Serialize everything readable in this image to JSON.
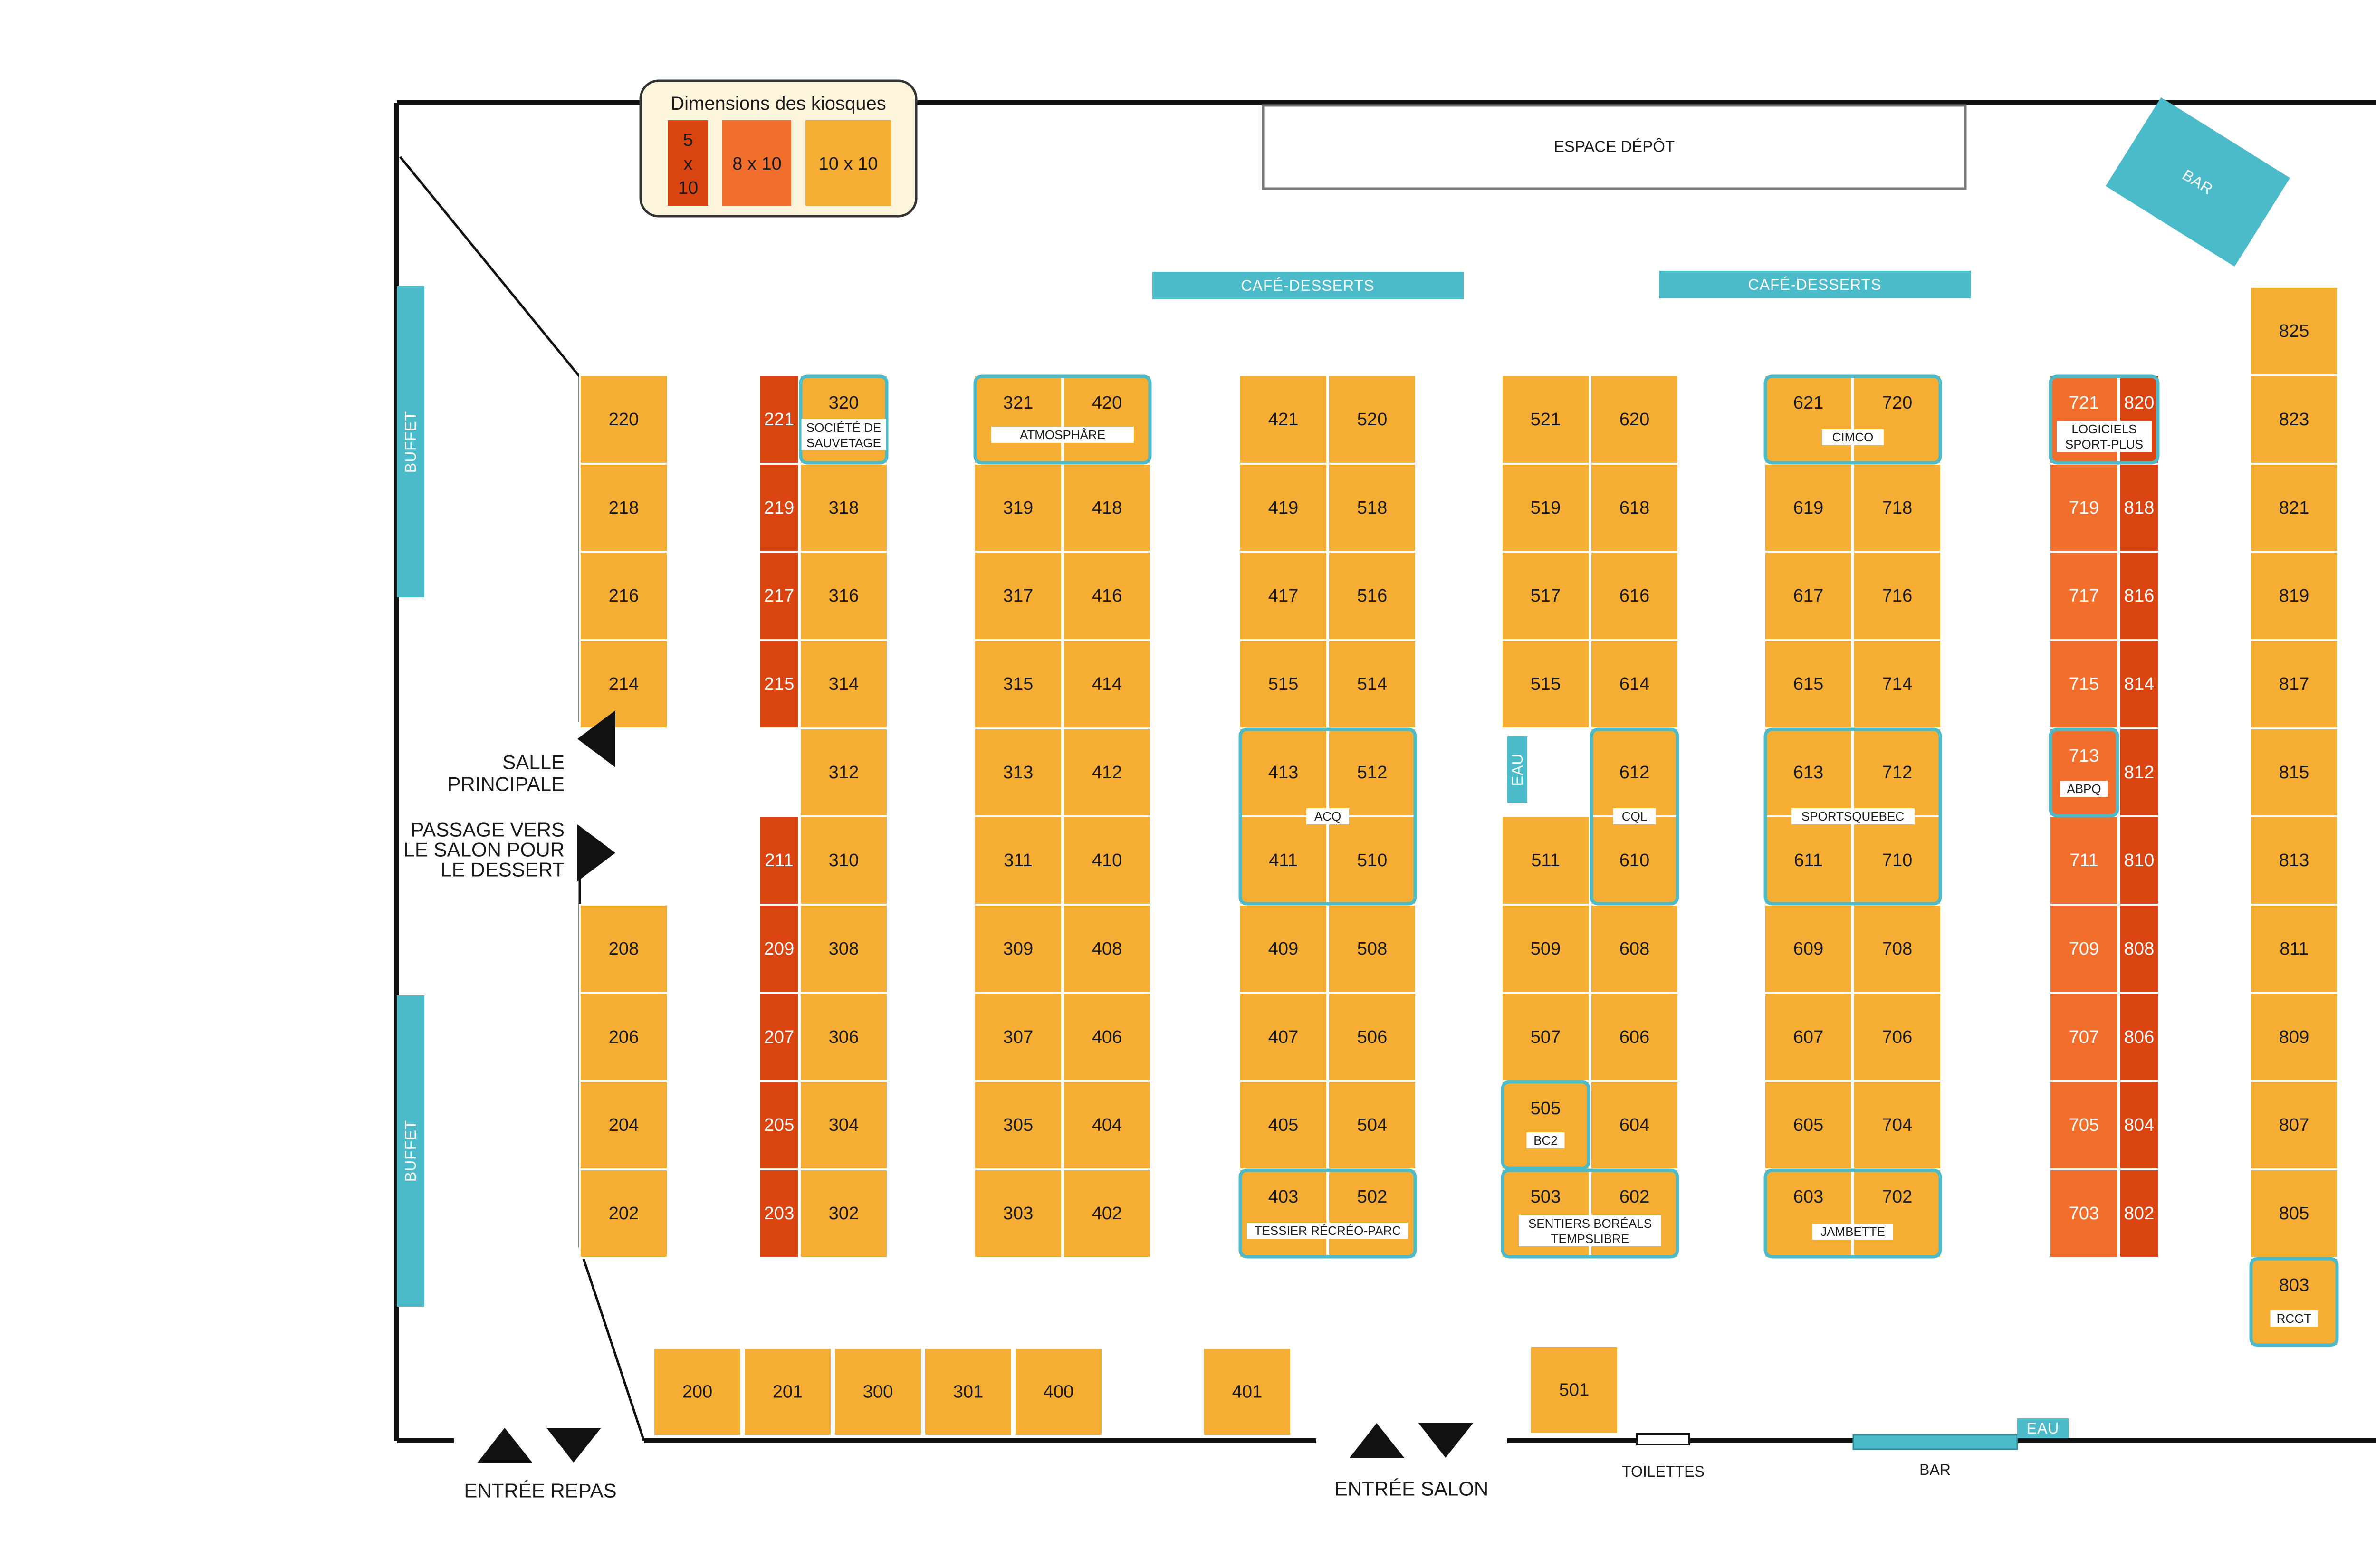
{
  "legend": {
    "title": "Dimensions des kiosques",
    "small_lines": [
      "5",
      "x",
      "10"
    ],
    "medium": "8 x 10",
    "large": "10 x 10"
  },
  "colors": {
    "large_booth": "#f5ad34",
    "medium_booth": "#f26e2c",
    "small_booth": "#d94410",
    "teal": "#4bbac9",
    "wall": "#111111",
    "legend_bg": "#fdf4dc"
  },
  "areas": {
    "depot": "ESPACE DÉPÔT",
    "bar_top": "BAR",
    "cafe_1": "CAFÉ-DESSERTS",
    "cafe_2": "CAFÉ-DESSERTS",
    "buffet_1": "BUFFET",
    "buffet_2": "BUFFET",
    "eau_middle": "EAU",
    "eau_bottom": "EAU",
    "toilettes": "TOILETTES",
    "bar_bottom": "BAR"
  },
  "directions": {
    "salle_line1": "SALLE",
    "salle_line2": "PRINCIPALE",
    "passage_line1": "PASSAGE VERS",
    "passage_line2": "LE SALON POUR",
    "passage_line3": "LE DESSERT",
    "entree_repas": "ENTRÉE REPAS",
    "entree_salon": "ENTRÉE SALON"
  },
  "booths": [
    {
      "n": "220",
      "c": "L"
    },
    {
      "n": "218",
      "c": "L"
    },
    {
      "n": "216",
      "c": "L"
    },
    {
      "n": "214",
      "c": "L"
    },
    {
      "n": "208",
      "c": "L"
    },
    {
      "n": "206",
      "c": "L"
    },
    {
      "n": "204",
      "c": "L"
    },
    {
      "n": "202",
      "c": "L"
    },
    {
      "n": "221",
      "c": "S"
    },
    {
      "n": "219",
      "c": "S"
    },
    {
      "n": "217",
      "c": "S"
    },
    {
      "n": "215",
      "c": "S"
    },
    {
      "n": "211",
      "c": "S"
    },
    {
      "n": "209",
      "c": "S"
    },
    {
      "n": "207",
      "c": "S"
    },
    {
      "n": "205",
      "c": "S"
    },
    {
      "n": "203",
      "c": "S"
    },
    {
      "n": "320",
      "c": "L"
    },
    {
      "n": "318",
      "c": "L"
    },
    {
      "n": "316",
      "c": "L"
    },
    {
      "n": "314",
      "c": "L"
    },
    {
      "n": "312",
      "c": "L"
    },
    {
      "n": "310",
      "c": "L"
    },
    {
      "n": "308",
      "c": "L"
    },
    {
      "n": "306",
      "c": "L"
    },
    {
      "n": "304",
      "c": "L"
    },
    {
      "n": "302",
      "c": "L"
    },
    {
      "n": "321",
      "c": "L"
    },
    {
      "n": "319",
      "c": "L"
    },
    {
      "n": "317",
      "c": "L"
    },
    {
      "n": "315",
      "c": "L"
    },
    {
      "n": "313",
      "c": "L"
    },
    {
      "n": "311",
      "c": "L"
    },
    {
      "n": "309",
      "c": "L"
    },
    {
      "n": "307",
      "c": "L"
    },
    {
      "n": "305",
      "c": "L"
    },
    {
      "n": "303",
      "c": "L"
    },
    {
      "n": "420",
      "c": "L"
    },
    {
      "n": "418",
      "c": "L"
    },
    {
      "n": "416",
      "c": "L"
    },
    {
      "n": "414",
      "c": "L"
    },
    {
      "n": "412",
      "c": "L"
    },
    {
      "n": "410",
      "c": "L"
    },
    {
      "n": "408",
      "c": "L"
    },
    {
      "n": "406",
      "c": "L"
    },
    {
      "n": "404",
      "c": "L"
    },
    {
      "n": "402",
      "c": "L"
    },
    {
      "n": "421",
      "c": "L"
    },
    {
      "n": "419",
      "c": "L"
    },
    {
      "n": "417",
      "c": "L"
    },
    {
      "n": "515",
      "c": "L"
    },
    {
      "n": "413",
      "c": "L"
    },
    {
      "n": "411",
      "c": "L"
    },
    {
      "n": "409",
      "c": "L"
    },
    {
      "n": "407",
      "c": "L"
    },
    {
      "n": "405",
      "c": "L"
    },
    {
      "n": "403",
      "c": "L"
    },
    {
      "n": "520",
      "c": "L"
    },
    {
      "n": "518",
      "c": "L"
    },
    {
      "n": "516",
      "c": "L"
    },
    {
      "n": "514",
      "c": "L"
    },
    {
      "n": "512",
      "c": "L"
    },
    {
      "n": "510",
      "c": "L"
    },
    {
      "n": "508",
      "c": "L"
    },
    {
      "n": "506",
      "c": "L"
    },
    {
      "n": "504",
      "c": "L"
    },
    {
      "n": "502",
      "c": "L"
    },
    {
      "n": "521",
      "c": "L"
    },
    {
      "n": "519",
      "c": "L"
    },
    {
      "n": "517",
      "c": "L"
    },
    {
      "n": "515",
      "c": "L"
    },
    {
      "n": "511",
      "c": "L"
    },
    {
      "n": "509",
      "c": "L"
    },
    {
      "n": "507",
      "c": "L"
    },
    {
      "n": "505",
      "c": "L"
    },
    {
      "n": "503",
      "c": "L"
    },
    {
      "n": "620",
      "c": "L"
    },
    {
      "n": "618",
      "c": "L"
    },
    {
      "n": "616",
      "c": "L"
    },
    {
      "n": "614",
      "c": "L"
    },
    {
      "n": "612",
      "c": "L"
    },
    {
      "n": "610",
      "c": "L"
    },
    {
      "n": "608",
      "c": "L"
    },
    {
      "n": "606",
      "c": "L"
    },
    {
      "n": "604",
      "c": "L"
    },
    {
      "n": "602",
      "c": "L"
    },
    {
      "n": "621",
      "c": "L"
    },
    {
      "n": "619",
      "c": "L"
    },
    {
      "n": "617",
      "c": "L"
    },
    {
      "n": "615",
      "c": "L"
    },
    {
      "n": "613",
      "c": "L"
    },
    {
      "n": "611",
      "c": "L"
    },
    {
      "n": "609",
      "c": "L"
    },
    {
      "n": "607",
      "c": "L"
    },
    {
      "n": "605",
      "c": "L"
    },
    {
      "n": "603",
      "c": "L"
    },
    {
      "n": "720",
      "c": "L"
    },
    {
      "n": "718",
      "c": "L"
    },
    {
      "n": "716",
      "c": "L"
    },
    {
      "n": "714",
      "c": "L"
    },
    {
      "n": "712",
      "c": "L"
    },
    {
      "n": "710",
      "c": "L"
    },
    {
      "n": "708",
      "c": "L"
    },
    {
      "n": "706",
      "c": "L"
    },
    {
      "n": "704",
      "c": "L"
    },
    {
      "n": "702",
      "c": "L"
    },
    {
      "n": "721",
      "c": "M"
    },
    {
      "n": "719",
      "c": "M"
    },
    {
      "n": "717",
      "c": "M"
    },
    {
      "n": "715",
      "c": "M"
    },
    {
      "n": "713",
      "c": "M"
    },
    {
      "n": "711",
      "c": "M"
    },
    {
      "n": "709",
      "c": "M"
    },
    {
      "n": "707",
      "c": "M"
    },
    {
      "n": "705",
      "c": "M"
    },
    {
      "n": "703",
      "c": "M"
    },
    {
      "n": "820",
      "c": "S"
    },
    {
      "n": "818",
      "c": "S"
    },
    {
      "n": "816",
      "c": "S"
    },
    {
      "n": "814",
      "c": "S"
    },
    {
      "n": "812",
      "c": "S"
    },
    {
      "n": "810",
      "c": "S"
    },
    {
      "n": "808",
      "c": "S"
    },
    {
      "n": "806",
      "c": "S"
    },
    {
      "n": "804",
      "c": "S"
    },
    {
      "n": "802",
      "c": "S"
    },
    {
      "n": "825",
      "c": "L"
    },
    {
      "n": "823",
      "c": "L"
    },
    {
      "n": "821",
      "c": "L"
    },
    {
      "n": "819",
      "c": "L"
    },
    {
      "n": "817",
      "c": "L"
    },
    {
      "n": "815",
      "c": "L"
    },
    {
      "n": "813",
      "c": "L"
    },
    {
      "n": "811",
      "c": "L"
    },
    {
      "n": "809",
      "c": "L"
    },
    {
      "n": "807",
      "c": "L"
    },
    {
      "n": "805",
      "c": "L"
    },
    {
      "n": "803",
      "c": "L"
    },
    {
      "n": "200",
      "c": "L"
    },
    {
      "n": "201",
      "c": "L"
    },
    {
      "n": "300",
      "c": "L"
    },
    {
      "n": "301",
      "c": "L"
    },
    {
      "n": "400",
      "c": "L"
    },
    {
      "n": "401",
      "c": "L"
    },
    {
      "n": "501",
      "c": "L"
    }
  ],
  "groups": [
    {
      "label": "SOCIÉTÉ DE",
      "label2": "SAUVETAGE"
    },
    {
      "label": "ATMOSPHÂRE"
    },
    {
      "label": "ACQ"
    },
    {
      "label": "CQL"
    },
    {
      "label": "BC2"
    },
    {
      "label": "TESSIER RÉCRÉO-PARC"
    },
    {
      "label": "SENTIERS BORÉALS",
      "label2": "TEMPSLIBRE"
    },
    {
      "label": "CIMCO"
    },
    {
      "label": "SPORTSQUEBEC"
    },
    {
      "label": "JAMBETTE"
    },
    {
      "label": "LOGICIELS",
      "label2": "SPORT-PLUS"
    },
    {
      "label": "ABPQ"
    },
    {
      "label": "RCGT"
    }
  ]
}
